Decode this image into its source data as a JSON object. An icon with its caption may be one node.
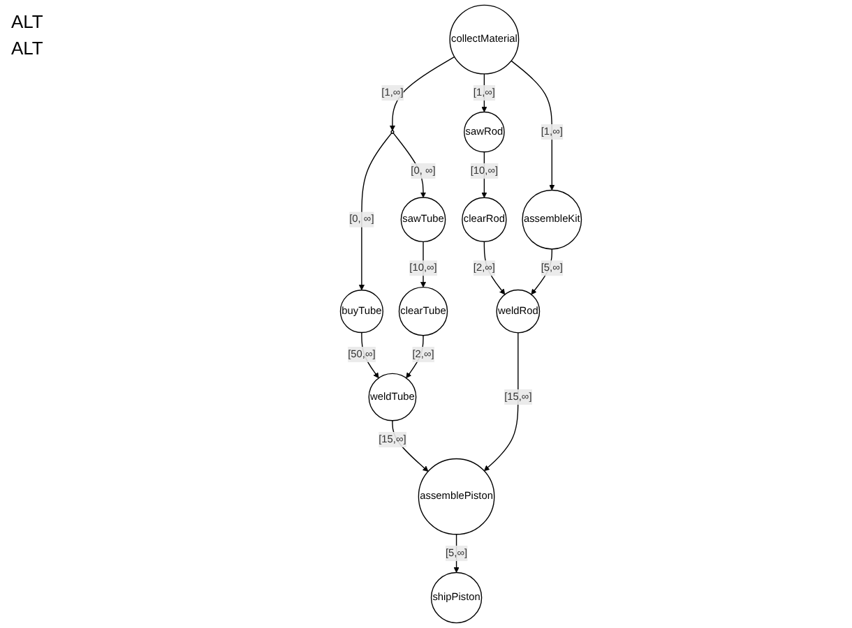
{
  "diagram": {
    "nodes": [
      {
        "text": [
          "collectMaterial"
        ]
      },
      {
        "text": [],
        "shape": "circle"
      },
      {
        "text": [
          "sawTube"
        ]
      },
      {
        "text": [
          "sawRod"
        ]
      },
      {
        "text": [
          "assembleKit"
        ]
      },
      {
        "text": [
          "buyTube"
        ]
      },
      {
        "text": [
          "clearTube"
        ]
      },
      {
        "text": [
          "clearRod"
        ]
      },
      {
        "text": [
          "weldTube"
        ]
      },
      {
        "text": [
          "weldRod"
        ]
      },
      {
        "text": [
          "assemblePiston"
        ]
      },
      {
        "text": [
          "shipPiston"
        ]
      }
    ],
    "edges": [
      {
        "from": 0,
        "to": 1,
        "arrow": "to",
        "label": "[1,∞]"
      },
      {
        "from": 0,
        "to": 3,
        "arrow": "to",
        "label": "[1,∞]"
      },
      {
        "from": 0,
        "to": 4,
        "arrow": "to",
        "label": "[1,∞]"
      },
      {
        "from": 1,
        "to": 5,
        "arrow": "to",
        "label": "[0, ∞]"
      },
      {
        "from": 1,
        "to": 2,
        "arrow": "to",
        "label": "[0, ∞]"
      },
      {
        "from": 2,
        "to": 6,
        "arrow": "to",
        "label": "[10,∞]"
      },
      {
        "from": 3,
        "to": 7,
        "arrow": "to",
        "label": "[10,∞]"
      },
      {
        "from": 5,
        "to": 8,
        "arrow": "to",
        "label": "[50,∞]"
      },
      {
        "from": 6,
        "to": 8,
        "arrow": "to",
        "label": "[2,∞]"
      },
      {
        "from": 7,
        "to": 9,
        "arrow": "to",
        "label": "[2,∞]"
      },
      {
        "from": 4,
        "to": 9,
        "arrow": "to",
        "label": "[5,∞]"
      },
      {
        "from": 8,
        "to": 10,
        "arrow": "to",
        "label": "[15,∞]"
      },
      {
        "from": 9,
        "to": 10,
        "arrow": "to",
        "label": "[15,∞]"
      },
      {
        "from": 10,
        "to": 11,
        "arrow": "to",
        "label": "[5,∞]"
      }
    ],
    "labels": [
      "ALT",
      "ALT"
    ]
  }
}
